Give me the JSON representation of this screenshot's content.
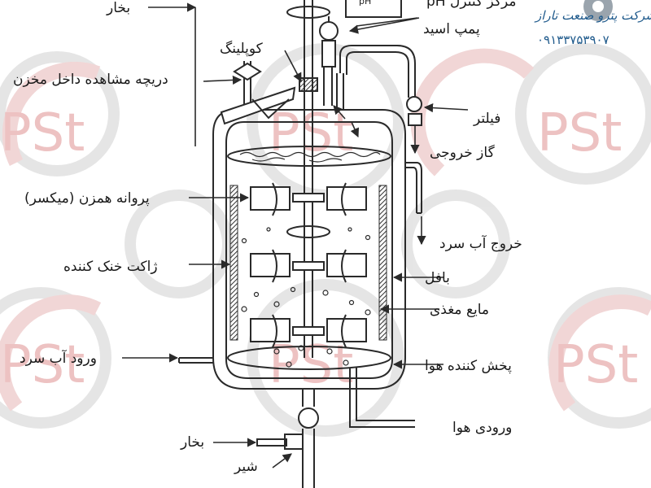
{
  "labels": {
    "steam_top": "بخار",
    "ph_controller": "مرکز کنترل pH",
    "acid_pump": "پمپ اسید",
    "coupling": "کوپلینگ",
    "sight_window": "دریچه مشاهده داخل مخزن",
    "filter": "فیلتر",
    "exhaust_gas": "گاز خروجی",
    "impeller": "پروانه همزن (میکسر)",
    "cooling_water_out": "خروج آب سرد",
    "cooling_jacket": "ژاکت خنک کننده",
    "baffle": "بافل",
    "nutrient_liquid": "مایع مغذی",
    "cooling_water_in": "ورود آب سرد",
    "air_sparger": "پخش کننده هوا",
    "air_inlet": "ورودی هوا",
    "steam_bottom": "بخار",
    "valve": "شیر",
    "ph_box": "pH"
  },
  "logo": {
    "company": "شرکت پترو صنعت تاراز",
    "phone": "۰۹۱۳۳۷۵۳۹۰۷",
    "watermark": "PSt"
  },
  "colors": {
    "line": "#2a2a2a",
    "watermark_red": "#e6b3b3",
    "watermark_gray": "#e4e4e4",
    "logo_blue": "#1f5a8c"
  }
}
